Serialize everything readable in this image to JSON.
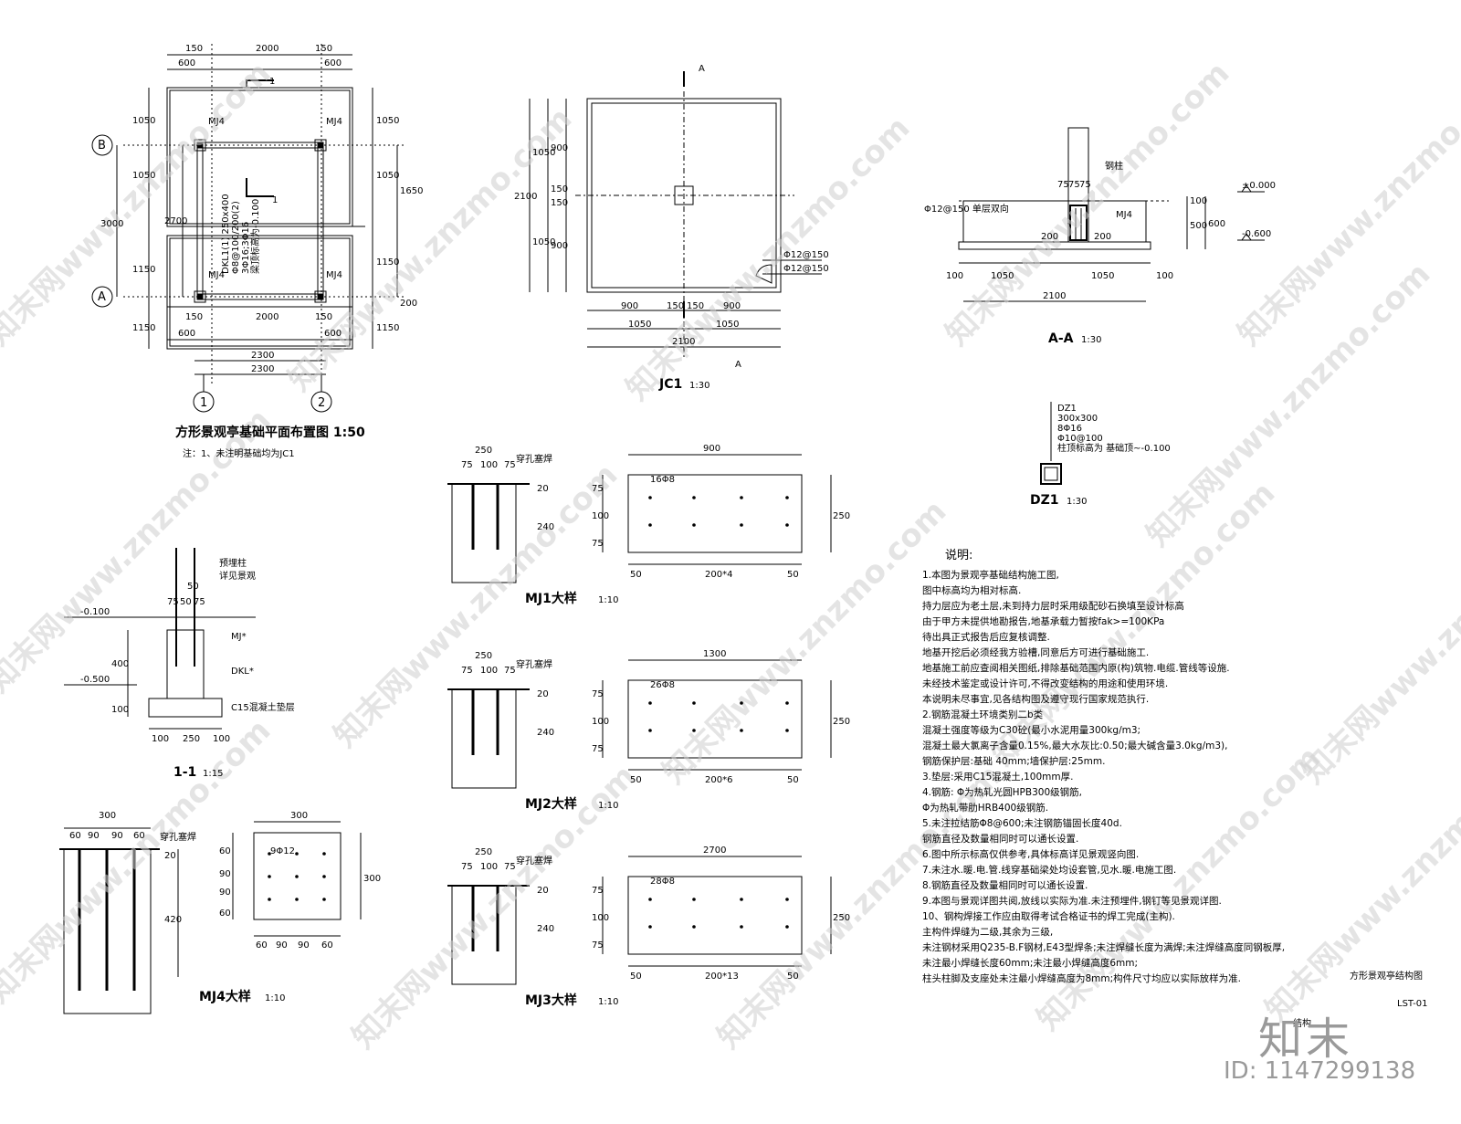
{
  "plan": {
    "title": "方形景观亭基础平面布置图 1:50",
    "note": "注：1、未注明基础均为JC1",
    "dims_top": [
      "150",
      "2000",
      "150",
      "600",
      "600"
    ],
    "dims_left": [
      "1050",
      "1050",
      "1150",
      "1150"
    ],
    "dim_total_left": "3000",
    "dim_inner_left": "2700",
    "dims_right": [
      "1050",
      "1050",
      "1150",
      "1150"
    ],
    "dim_right_outer": "1650",
    "dim_right_200": "200",
    "dims_bottom": [
      "150",
      "2000",
      "150",
      "600",
      "600",
      "2300",
      "2300"
    ],
    "axis_b": "B",
    "axis_a": "A",
    "axis_1": "1",
    "axis_2": "2",
    "mj": "MJ4",
    "section_mark": "1",
    "beam_note": [
      "DKL1(1) 250x400",
      "Φ8@100/200(2)",
      "3Φ16;3Φ16",
      "梁顶标高为-0.100"
    ]
  },
  "jc1": {
    "title": "JC1",
    "scale": "1:30",
    "sec_a": "A",
    "dims_left": [
      "1050",
      "900",
      "150",
      "150",
      "1050",
      "900"
    ],
    "dim_total": "2100",
    "dims_bottom": [
      "900",
      "150",
      "150",
      "900",
      "1050",
      "1050",
      "2100"
    ],
    "rebar1": "Φ12@150",
    "rebar2": "Φ12@150"
  },
  "aa": {
    "title": "A-A",
    "scale": "1:30",
    "col_dims": [
      "75",
      "75",
      "75"
    ],
    "steel": "钢柱",
    "mj": "MJ4",
    "rebar": "Φ12@150 单层双向",
    "elev1": "±0.000",
    "elev2": "-0.600",
    "dims_right": [
      "100",
      "500",
      "600"
    ],
    "dim_200a": "200",
    "dim_200b": "200",
    "dims_bottom": [
      "100",
      "1050",
      "1050",
      "100",
      "2100"
    ]
  },
  "dz1": {
    "title": "DZ1",
    "scale": "1:30",
    "lines": [
      "DZ1",
      "300x300",
      "8Φ16",
      "Φ10@100",
      "柱顶标高为 基础顶~-0.100"
    ]
  },
  "sec11": {
    "title": "1-1",
    "scale": "1:15",
    "elev1": "-0.100",
    "elev2": "-0.500",
    "labels": [
      "预埋柱",
      "详见景观",
      "MJ*",
      "DKL*",
      "C15混凝土垫层"
    ],
    "dims_top": [
      "75",
      "50",
      "75",
      "50"
    ],
    "dims_left": [
      "400",
      "100"
    ],
    "dims_bottom": [
      "100",
      "250",
      "100"
    ]
  },
  "mj1": {
    "title": "MJ1大样",
    "scale": "1:10",
    "sec_dims": [
      "250",
      "75",
      "100",
      "75",
      "20",
      "240"
    ],
    "label": "穿孔塞焊",
    "width": "900",
    "bars": "16Φ8",
    "plan_dims": [
      "75",
      "100",
      "75",
      "250",
      "50",
      "200*4",
      "50"
    ]
  },
  "mj2": {
    "title": "MJ2大样",
    "scale": "1:10",
    "sec_dims": [
      "250",
      "75",
      "100",
      "75",
      "20",
      "240"
    ],
    "label": "穿孔塞焊",
    "width": "1300",
    "bars": "26Φ8",
    "plan_dims": [
      "75",
      "100",
      "75",
      "250",
      "50",
      "200*6",
      "50"
    ]
  },
  "mj3": {
    "title": "MJ3大样",
    "scale": "1:10",
    "sec_dims": [
      "250",
      "75",
      "100",
      "75",
      "20",
      "240"
    ],
    "label": "穿孔塞焊",
    "width": "2700",
    "bars": "28Φ8",
    "plan_dims": [
      "75",
      "100",
      "75",
      "250",
      "50",
      "200*13",
      "50"
    ]
  },
  "mj4": {
    "title": "MJ4大样",
    "scale": "1:10",
    "sec_dims": [
      "300",
      "60",
      "90",
      "90",
      "60",
      "20",
      "420"
    ],
    "label": "穿孔塞焊",
    "width": "300",
    "bars": "9Φ12",
    "plan_dims_left": [
      "60",
      "90",
      "90",
      "60"
    ],
    "plan_dim_right": "300",
    "plan_dims_bottom": [
      "60",
      "90",
      "90",
      "60"
    ]
  },
  "notes": {
    "heading": "说明:",
    "lines": [
      "1.本图为景观亭基础结构施工图,",
      "   图中标高均为相对标高.",
      "   持力层应为老土层,未到持力层时采用级配砂石换填至设计标高",
      "   由于甲方未提供地勘报告,地基承载力暂按fak>=100KPa",
      "   待出具正式报告后应复核调整.",
      "   地基开挖后必须经我方验槽,同意后方可进行基础施工.",
      "   地基施工前应查阅相关图纸,排除基础范围内原(构)筑物.电缆.管线等设施.",
      "   未经技术鉴定或设计许可,不得改变结构的用途和使用环境.",
      "   本说明未尽事宜,见各结构图及遵守现行国家规范执行.",
      "2.钢筋混凝土环境类别二b类",
      "   混凝土强度等级为C30砼(最小水泥用量300kg/m3;",
      "   混凝土最大氯离子含量0.15%,最大水灰比:0.50;最大碱含量3.0kg/m3),",
      "   钢筋保护层:基础 40mm;墙保护层:25mm.",
      "3.垫层:采用C15混凝土,100mm厚.",
      "4.钢筋: Φ为热轧光圆HPB300级钢筋,",
      "           Φ为热轧带肋HRB400级钢筋.",
      "5.未注拉结筋Φ8@600;未注钢筋锚固长度40d.",
      "   钢筋直径及数量相同时可以通长设置.",
      "6.图中所示标高仅供参考,具体标高详见景观竖向图.",
      "7.未注水.暖.电.管.线穿基础梁处均设套管,见水.暖.电施工图.",
      "8.钢筋直径及数量相同时可以通长设置.",
      "9.本图与景观详图共阅,放线以实际为准.未注预埋件,钢钉等见景观详图.",
      "10、钢构焊接工作应由取得考试合格证书的焊工完成(主构).",
      "    主构件焊缝为二级,其余为三级,",
      "    未注钢材采用Q235-B.F钢材,E43型焊条;未注焊缝长度为满焊;未注焊缝高度同钢板厚,",
      "    未注最小焊缝长度60mm;未注最小焊缝高度6mm;",
      "    柱头柱脚及支座处未注最小焊缝高度为8mm;构件尺寸均应以实际放样为准."
    ]
  },
  "titleblock": {
    "drawing_name": "方形景观亭结构图",
    "number": "LST-01",
    "small": "结构"
  },
  "watermark": {
    "text": "知末网www.znzmo.com",
    "logo": "知末",
    "id": "ID: 1147299138"
  }
}
